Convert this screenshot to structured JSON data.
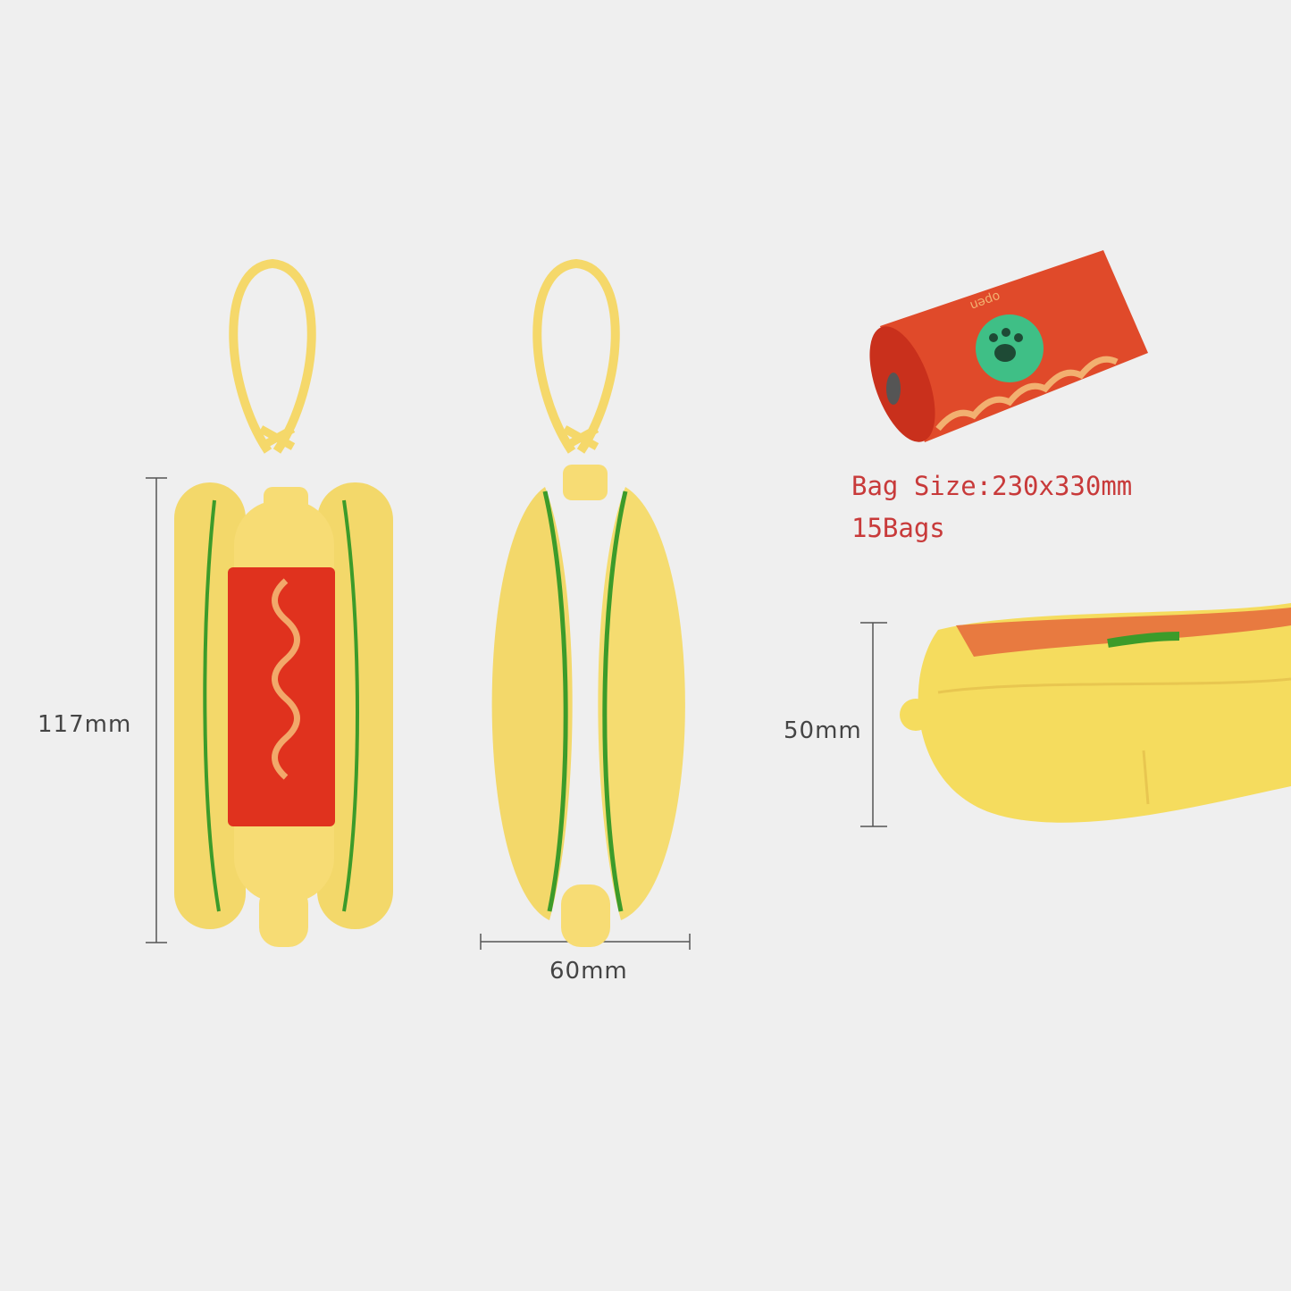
{
  "dimensions": {
    "height_label": "117mm",
    "width_label": "60mm",
    "thickness_label": "50mm"
  },
  "bag_info": {
    "size_label": "Bag Size:230x330mm",
    "count_label": "15Bags",
    "roll_print": "open"
  },
  "colors": {
    "background": "#efefef",
    "bun": "#f5d86a",
    "sausage_red": "#e0321e",
    "lettuce": "#3c9b2a",
    "text_red": "#c83a3a"
  }
}
